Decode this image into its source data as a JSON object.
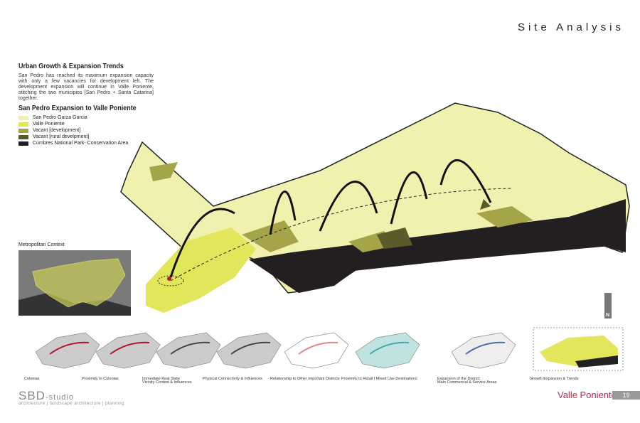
{
  "header": {
    "title": "Site Analysis"
  },
  "urban_growth": {
    "heading": "Urban Growth & Expansion Trends",
    "body": "San Pedro has reached its maximum expansion capacity with only a few vacancies for development left. The development expansion will continue in Valle Poniente, stitching the two municipios [San Pedro + Santa Catarina] together."
  },
  "expansion": {
    "heading": "San Pedro Expansion to Valle Poniente",
    "legend": [
      {
        "label": "San Pedro Garza Garcia",
        "color": "#eef0b4"
      },
      {
        "label": "Valle Poniente",
        "color": "#e2e65a"
      },
      {
        "label": "Vacant [development]",
        "color": "#a6a448"
      },
      {
        "label": "Vacant [rural develpment]",
        "color": "#5a5a2a"
      },
      {
        "label": "Cumbres National Park- Conservation Area",
        "color": "#231f20"
      }
    ]
  },
  "metro": {
    "label": "Metropolitan Context"
  },
  "north": "N",
  "thumbnails": [
    {
      "label": "Colonias"
    },
    {
      "label": "Proximity to Colonias"
    },
    {
      "label": "Immediate Real State",
      "label2": "Vicinity Context & Influences"
    },
    {
      "label": "Physical Connectivity & Influences"
    },
    {
      "label": "Relationship to Other Important Districts"
    },
    {
      "label": "Proximity to Retail | Mixed Use Destinations"
    },
    {
      "label": "Expansion of the District:",
      "label2": "Main Commercial & Service Areas"
    },
    {
      "label": "Growth Expansion & Trends"
    }
  ],
  "footer": {
    "brand": "SBD",
    "brand_suffix": "-studio",
    "tagline": "architecture | landscape architecture |  planning",
    "project": "Valle Poniente",
    "page": "19"
  }
}
